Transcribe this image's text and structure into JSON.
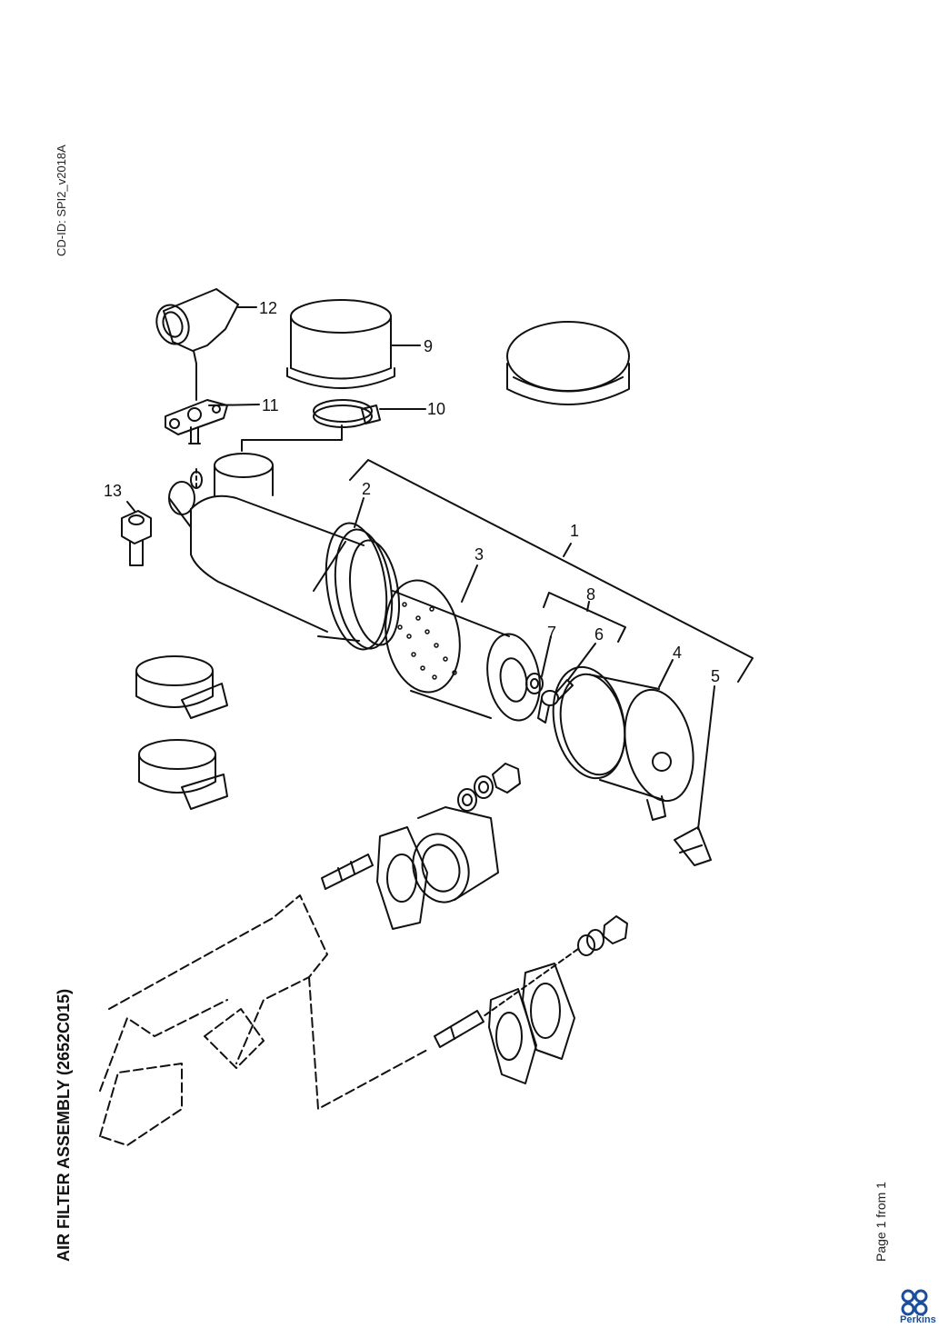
{
  "document": {
    "cd_id": "CD-ID: SPI2_v2018A",
    "title": "AIR FILTER ASSEMBLY (2652C015)",
    "page_info": "Page 1 from 1",
    "brand": "Perkins"
  },
  "callouts": {
    "c1": "1",
    "c2": "2",
    "c3": "3",
    "c4": "4",
    "c5": "5",
    "c6": "6",
    "c7": "7",
    "c8": "8",
    "c9": "9",
    "c10": "10",
    "c11": "11",
    "c12": "12",
    "c13": "13"
  },
  "colors": {
    "line": "#111111",
    "brand": "#1b4f9c"
  }
}
